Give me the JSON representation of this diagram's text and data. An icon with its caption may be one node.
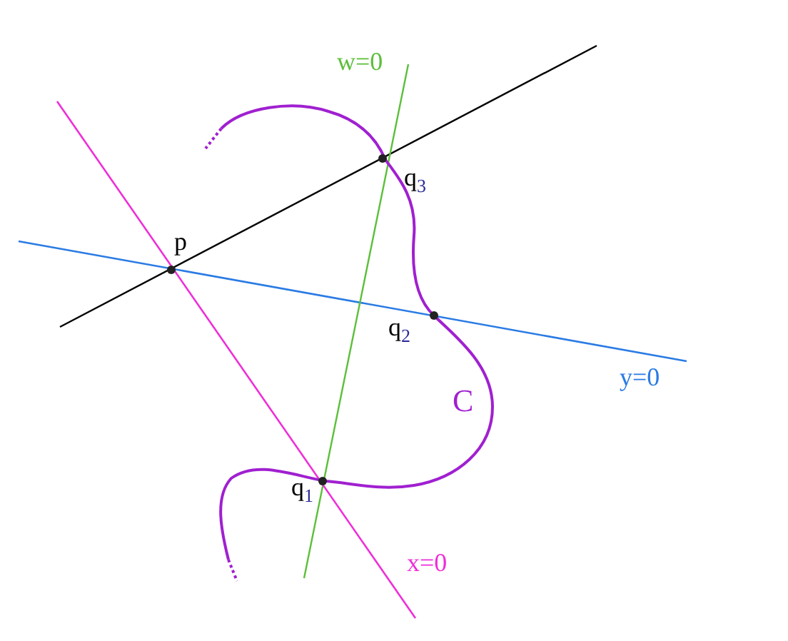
{
  "diagram": {
    "labels": [
      "w=0",
      "p",
      "q$_{3}$",
      "q$_{2}$",
      "y=0",
      "C",
      "q$_{1}$",
      "x=0"
    ]
  }
}
